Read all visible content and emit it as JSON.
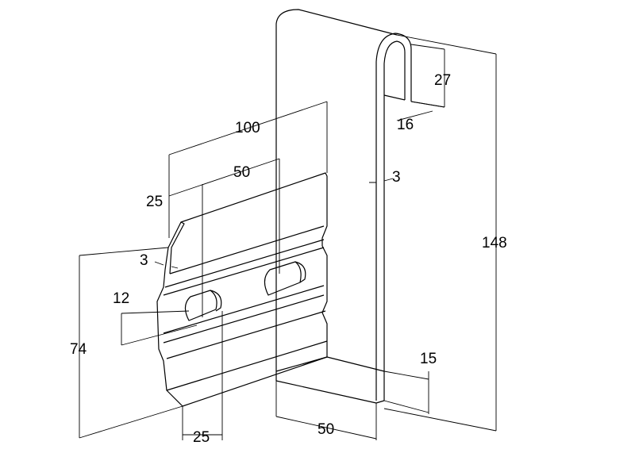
{
  "drawing": {
    "dimensions": {
      "overall_width": "100",
      "slot_spacing": "50",
      "slot_offset": "25",
      "plate_thickness_left": "3",
      "slot_height": "12",
      "plate_height": "74",
      "slot_width": "25",
      "base_depth": "50",
      "base_height": "15",
      "total_height": "148",
      "hook_depth": "27",
      "hook_width": "16",
      "back_thickness": "3"
    }
  }
}
